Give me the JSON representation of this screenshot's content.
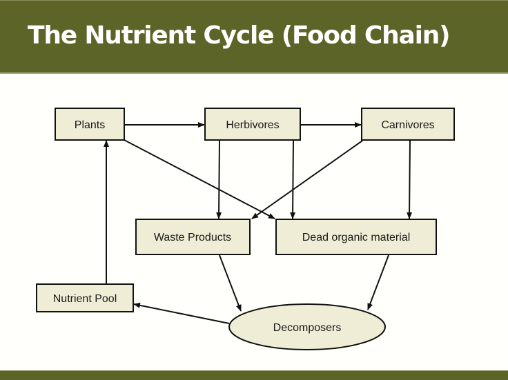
{
  "slide": {
    "title": "The Nutrient Cycle (Food Chain)",
    "colors": {
      "header_bg": "#5d6427",
      "title_text": "#ffffff",
      "node_fill": "#efedd6",
      "node_stroke": "#111111"
    }
  },
  "diagram": {
    "nodes": {
      "plants": {
        "label": "Plants",
        "shape": "rectangle"
      },
      "herbivores": {
        "label": "Herbivores",
        "shape": "rectangle"
      },
      "carnivores": {
        "label": "Carnivores",
        "shape": "rectangle"
      },
      "waste_products": {
        "label": "Waste Products",
        "shape": "rectangle"
      },
      "dead_organic_material": {
        "label": "Dead organic material",
        "shape": "rectangle"
      },
      "nutrient_pool": {
        "label": "Nutrient Pool",
        "shape": "rectangle"
      },
      "decomposers": {
        "label": "Decomposers",
        "shape": "ellipse"
      }
    },
    "edges": [
      {
        "from": "plants",
        "to": "herbivores"
      },
      {
        "from": "herbivores",
        "to": "carnivores"
      },
      {
        "from": "plants",
        "to": "dead_organic_material"
      },
      {
        "from": "herbivores",
        "to": "waste_products"
      },
      {
        "from": "herbivores",
        "to": "dead_organic_material"
      },
      {
        "from": "carnivores",
        "to": "waste_products"
      },
      {
        "from": "carnivores",
        "to": "dead_organic_material"
      },
      {
        "from": "waste_products",
        "to": "decomposers"
      },
      {
        "from": "dead_organic_material",
        "to": "decomposers"
      },
      {
        "from": "decomposers",
        "to": "nutrient_pool"
      },
      {
        "from": "nutrient_pool",
        "to": "plants"
      }
    ]
  }
}
